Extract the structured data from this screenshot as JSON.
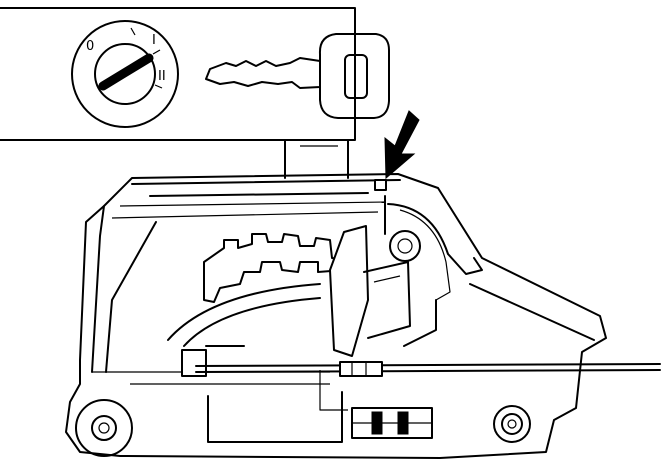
{
  "image": {
    "kind": "technical-line-drawing",
    "colors": {
      "ink": "#000000",
      "paper": "#ffffff"
    },
    "inset": {
      "lock_positions": [
        "0",
        "I",
        "II"
      ]
    }
  }
}
